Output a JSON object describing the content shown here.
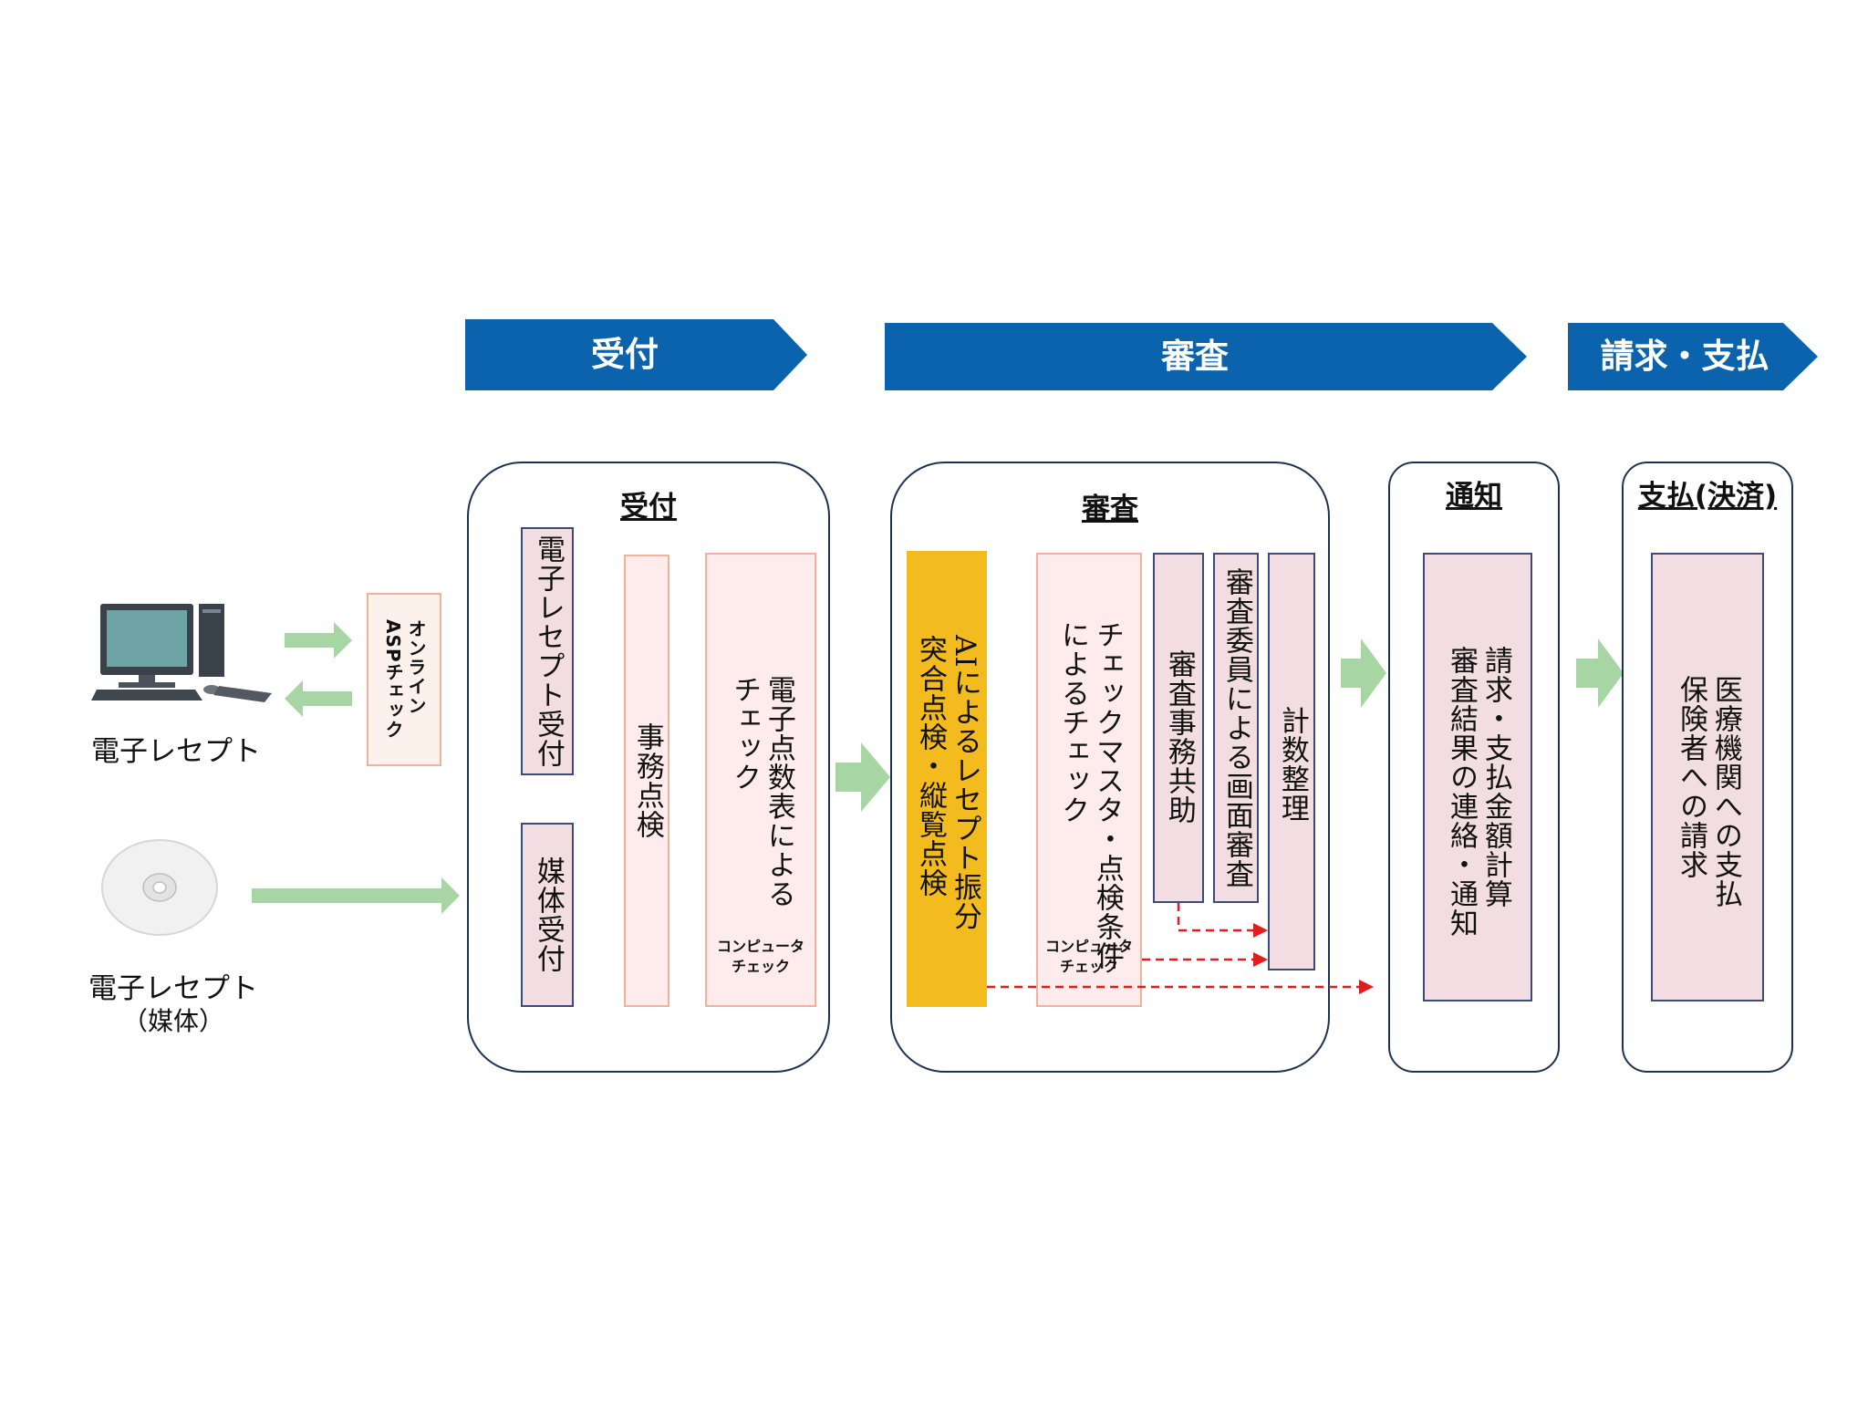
{
  "phases": {
    "uketsuke": "受付",
    "shinsa": "審査",
    "seikyu": "請求・支払"
  },
  "sources": {
    "computer_caption": "電子レセプト",
    "media_caption_line1": "電子レセプト",
    "media_caption_line2": "（媒体）"
  },
  "online_check": "オンライン\nASPチェック",
  "groups": {
    "uketsuke": {
      "title": "受付",
      "electronic_reception": "電子レセプト受付",
      "media_reception": "媒体受付",
      "office_check": "事務点検",
      "table_check": "電子点数表による\nチェック",
      "computer_check": "コンピュータ\nチェック"
    },
    "shinsa": {
      "title": "審査",
      "ai_sort": "AIによるレセプト振分\n突合点検・縦覧点検",
      "master_check": "チェックマスタ・点検条件\nによるチェック",
      "computer_check": "コンピュータ\nチェック",
      "office_assist": "審査事務共助",
      "committee_review": "審査委員による画面審査",
      "count": "計数整理"
    },
    "tsuchi": {
      "title": "通知",
      "body": "請求・支払金額計算\n審査結果の連絡・通知"
    },
    "shiharai": {
      "title": "支払(決済)",
      "body": "医療機関への支払\n保険者への請求"
    }
  },
  "colors": {
    "phase_blue": "#0b63ad",
    "arrow_green": "#a8d5a4",
    "dashed_red": "#e11e1e",
    "gold": "#f4bb1e"
  }
}
